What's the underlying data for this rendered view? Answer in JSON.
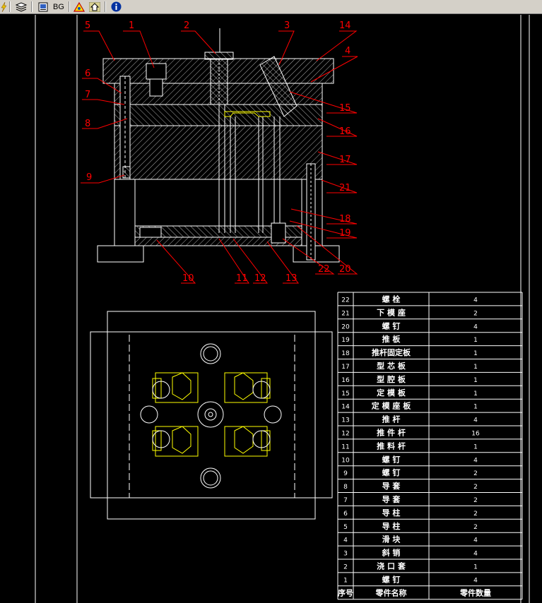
{
  "toolbar": {
    "bg_label": "BG",
    "icons": [
      "lightning-icon",
      "layers-icon",
      "image-icon",
      "bg-button",
      "warning-icon",
      "home-icon",
      "info-icon"
    ]
  },
  "balloons": [
    "5",
    "1",
    "2",
    "3",
    "14",
    "4",
    "6",
    "7",
    "8",
    "15",
    "16",
    "17",
    "9",
    "21",
    "18",
    "19",
    "20",
    "22",
    "10",
    "11",
    "12",
    "13"
  ],
  "bom": {
    "header": {
      "no": "序号",
      "name": "零件名称",
      "qty": "零件数量"
    },
    "rows": [
      {
        "no": "22",
        "name": "螺 栓",
        "qty": "4"
      },
      {
        "no": "21",
        "name": "下 模 座",
        "qty": "2"
      },
      {
        "no": "20",
        "name": "螺 钉",
        "qty": "4"
      },
      {
        "no": "19",
        "name": "推 板",
        "qty": "1"
      },
      {
        "no": "18",
        "name": "推杆固定板",
        "qty": "1"
      },
      {
        "no": "17",
        "name": "型 芯 板",
        "qty": "1"
      },
      {
        "no": "16",
        "name": "型 腔 板",
        "qty": "1"
      },
      {
        "no": "15",
        "name": "定 模 板",
        "qty": "1"
      },
      {
        "no": "14",
        "name": "定 模 座 板",
        "qty": "1"
      },
      {
        "no": "13",
        "name": "推 杆",
        "qty": "4"
      },
      {
        "no": "12",
        "name": "推 件 杆",
        "qty": "16"
      },
      {
        "no": "11",
        "name": "推 料 杆",
        "qty": "1"
      },
      {
        "no": "10",
        "name": "螺 钉",
        "qty": "4"
      },
      {
        "no": "9",
        "name": "螺 钉",
        "qty": "2"
      },
      {
        "no": "8",
        "name": "导 套",
        "qty": "2"
      },
      {
        "no": "7",
        "name": "导 套",
        "qty": "2"
      },
      {
        "no": "6",
        "name": "导 柱",
        "qty": "2"
      },
      {
        "no": "5",
        "name": "导 柱",
        "qty": "2"
      },
      {
        "no": "4",
        "name": "滑 块",
        "qty": "4"
      },
      {
        "no": "3",
        "name": "斜 销",
        "qty": "4"
      },
      {
        "no": "2",
        "name": "浇 口 套",
        "qty": "1"
      },
      {
        "no": "1",
        "name": "螺 钉",
        "qty": "4"
      }
    ]
  },
  "colors": {
    "line": "#ffffff",
    "leader": "#ff0000",
    "part": "#ffff00",
    "background": "#000000"
  }
}
